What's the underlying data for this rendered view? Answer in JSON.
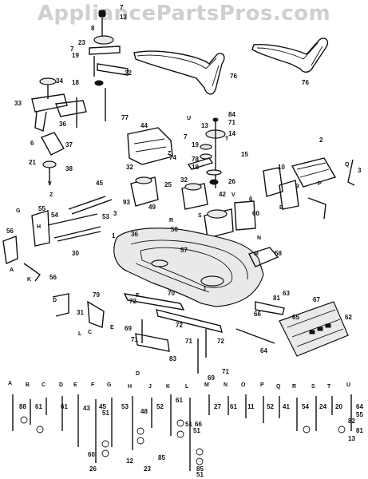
{
  "watermark": "AppliancePartsPros.com",
  "callouts": [
    "7",
    "13",
    "8",
    "7",
    "23",
    "19",
    "22",
    "76",
    "76",
    "34",
    "18",
    "33",
    "36",
    "77",
    "6",
    "37",
    "21",
    "38",
    "84",
    "71",
    "13",
    "14",
    "7",
    "19",
    "15",
    "18",
    "74",
    "78",
    "26",
    "2",
    "3",
    "44",
    "10",
    "9",
    "32",
    "25",
    "32",
    "42",
    "45",
    "93",
    "3",
    "49",
    "50",
    "60",
    "6",
    "55",
    "54",
    "53",
    "1",
    "57",
    "36",
    "30",
    "58",
    "56",
    "56",
    "63",
    "81",
    "67",
    "31",
    "79",
    "72",
    "70",
    "69",
    "71",
    "66",
    "62",
    "65",
    "64",
    "72",
    "71",
    "83",
    "72",
    "71",
    "69",
    "88",
    "61",
    "61",
    "43",
    "51",
    "45",
    "53",
    "48",
    "52",
    "61",
    "85",
    "51",
    "66",
    "51",
    "27",
    "61",
    "11",
    "52",
    "41",
    "54",
    "24",
    "20",
    "64",
    "55",
    "82",
    "81",
    "13",
    "12",
    "85",
    "51",
    "26",
    "23",
    "60"
  ],
  "letters": [
    "A",
    "B",
    "C",
    "D",
    "E",
    "F",
    "G",
    "H",
    "J",
    "K",
    "L",
    "M",
    "N",
    "O",
    "P",
    "Q",
    "R",
    "S",
    "T",
    "U",
    "V",
    "Z",
    "H",
    "G",
    "D",
    "C",
    "E",
    "F",
    "J",
    "M",
    "N",
    "B",
    "P",
    "Q",
    "R",
    "S",
    "V",
    "T",
    "U",
    "Z",
    "A",
    "K",
    "L",
    "D"
  ]
}
